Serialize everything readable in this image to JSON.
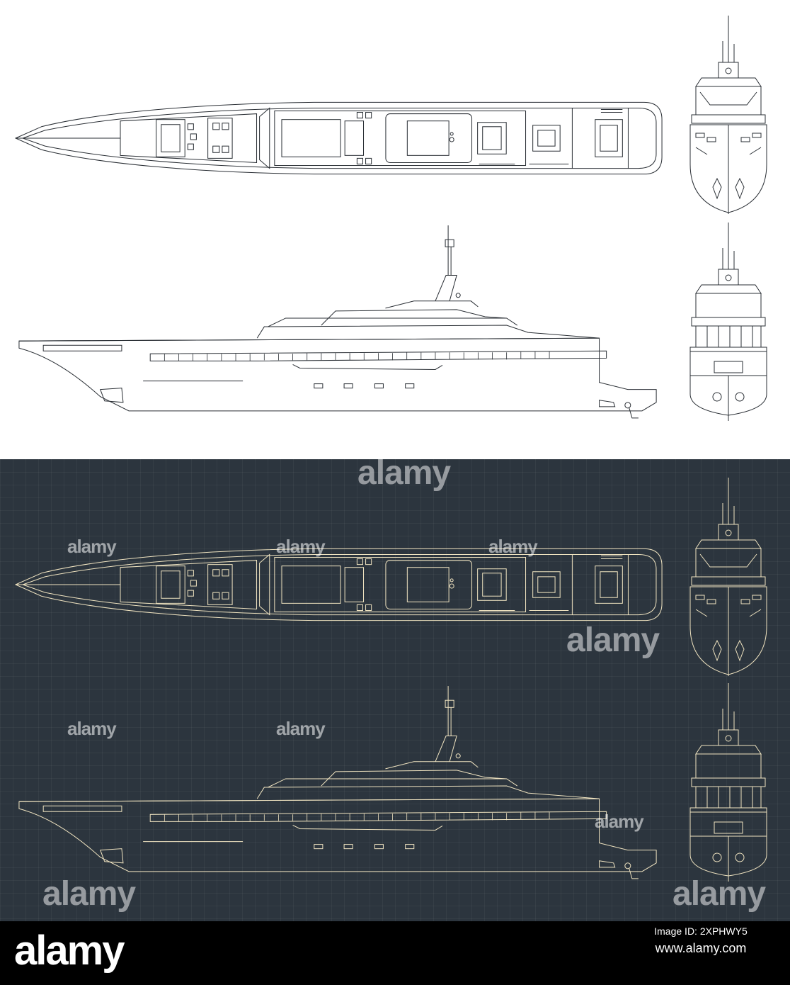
{
  "colors": {
    "light_background": "#ffffff",
    "light_line": "#2a2f35",
    "dark_background": "#2c353e",
    "dark_line": "#efe3c0",
    "footer_background": "#000000"
  },
  "watermark_text": "alamy",
  "footer": {
    "logo": "alamy",
    "image_id": "Image ID: 2XPHWY5",
    "site": "www.alamy.com"
  },
  "panels": [
    {
      "name": "light",
      "views": [
        "top-plan",
        "side-elevation",
        "front-elevation",
        "rear-elevation"
      ]
    },
    {
      "name": "dark-blueprint",
      "views": [
        "top-plan",
        "side-elevation",
        "front-elevation",
        "rear-elevation"
      ]
    }
  ]
}
